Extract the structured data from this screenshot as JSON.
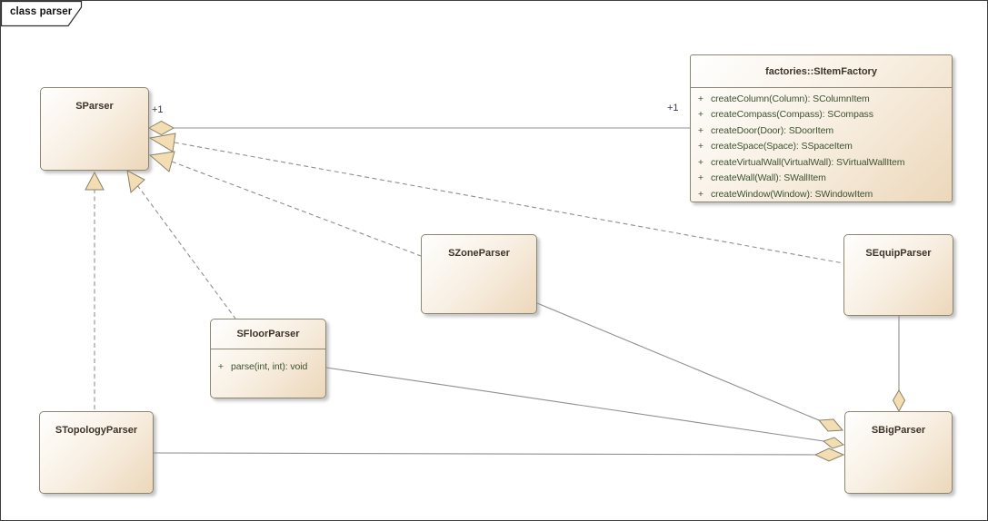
{
  "frame": {
    "label": "class parser"
  },
  "classes": {
    "sparser": {
      "name": "SParser"
    },
    "sitemfactory": {
      "name": "factories::SItemFactory",
      "methods": [
        {
          "vis": "+",
          "sig": "createColumn(Column): SColumnItem"
        },
        {
          "vis": "+",
          "sig": "createCompass(Compass): SCompass"
        },
        {
          "vis": "+",
          "sig": "createDoor(Door): SDoorItem"
        },
        {
          "vis": "+",
          "sig": "createSpace(Space): SSpaceItem"
        },
        {
          "vis": "+",
          "sig": "createVirtualWall(VirtualWall): SVirtualWallItem"
        },
        {
          "vis": "+",
          "sig": "createWall(Wall): SWallItem"
        },
        {
          "vis": "+",
          "sig": "createWindow(Window): SWindowItem"
        }
      ]
    },
    "szoneparser": {
      "name": "SZoneParser"
    },
    "sfloorparser": {
      "name": "SFloorParser",
      "methods": [
        {
          "vis": "+",
          "sig": "parse(int, int): void"
        }
      ]
    },
    "stopologyparser": {
      "name": "STopologyParser"
    },
    "sequipparser": {
      "name": "SEquipParser"
    },
    "sbigparser": {
      "name": "SBigParser"
    }
  },
  "connector_labels": {
    "factory_source_multiplicity": "+1",
    "factory_target_multiplicity": "+1"
  },
  "colors": {
    "box_border": "#8b8672",
    "box_fill_start": "#ffffff",
    "box_fill_end": "#ecd7ba",
    "line": "#8f8f8f",
    "arrow_fill": "#f3ddb3",
    "title_text": "#3d342a",
    "method_text": "#3b5130"
  }
}
